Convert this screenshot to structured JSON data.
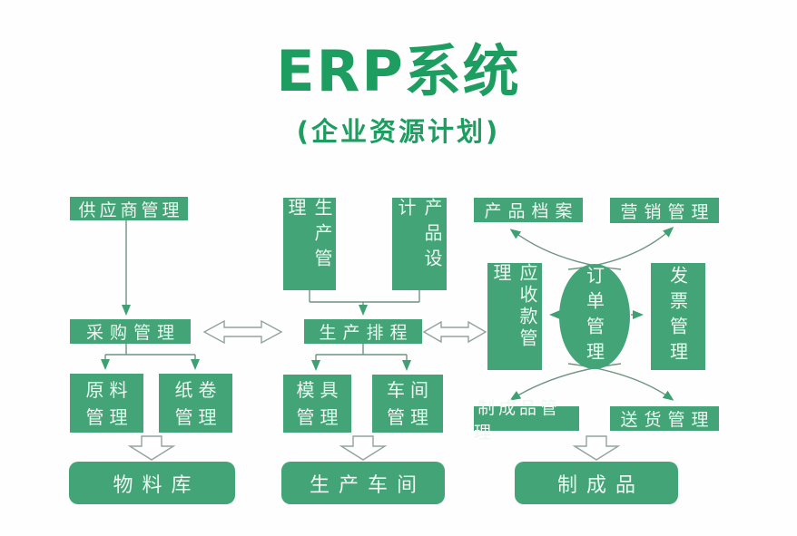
{
  "header": {
    "title": "ERP系统",
    "subtitle": "(企业资源计划)"
  },
  "colors": {
    "title_green": "#1d9e60",
    "box_green": "#43a478",
    "box_text": "#eef7f1",
    "connector_line": "#6f9383",
    "hollow_arrow_outline": "#93a39b"
  },
  "nodes": {
    "supplier": "供应商管理",
    "purchase": "采购管理",
    "raw_material": {
      "line1": "原料",
      "line2": "管理"
    },
    "paper_roll": {
      "line1": "纸卷",
      "line2": "管理"
    },
    "material_store": "物料库",
    "production_mgmt": "生产管理",
    "product_design": "产品设计",
    "scheduling": "生产排程",
    "mold": {
      "line1": "模具",
      "line2": "管理"
    },
    "workshop": {
      "line1": "车间",
      "line2": "管理"
    },
    "production_workshop": "生产车间",
    "product_archive": "产品档案",
    "marketing": "营销管理",
    "receivables": "应收款管理",
    "order": "订单管理",
    "invoice": "发票管理",
    "finished_mgmt": "制成品管理",
    "delivery": "送货管理",
    "finished_products": "制成品"
  }
}
